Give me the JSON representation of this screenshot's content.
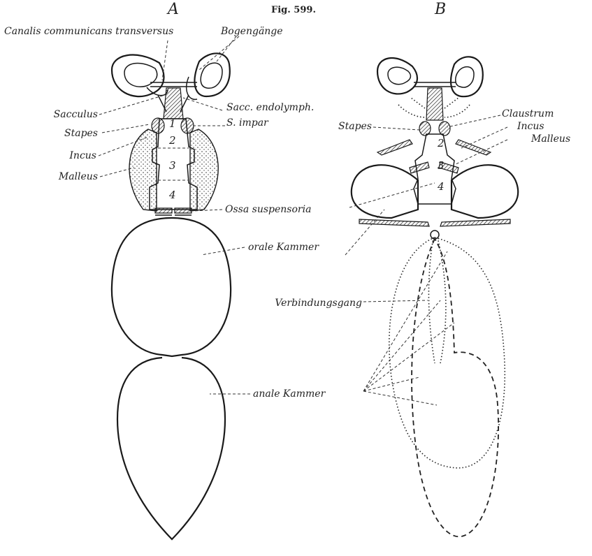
{
  "figure": {
    "number": "Fig. 599.",
    "panel_a": "A",
    "panel_b": "B"
  },
  "labels_a": {
    "canalis": "Canalis communicans transversus",
    "bogengaenge": "Bogengänge",
    "sacculus": "Sacculus",
    "sacc_endolymph": "Sacc. endolymph.",
    "s_impar": "S. impar",
    "stapes": "Stapes",
    "incus": "Incus",
    "malleus": "Malleus",
    "ossa": "Ossa suspensoria",
    "orale": "orale Kammer",
    "anale": "anale Kammer"
  },
  "labels_b": {
    "claustrum": "Claustrum",
    "incus": "Incus",
    "malleus": "Malleus",
    "stapes": "Stapes",
    "verbindungsgang": "Verbindungsgang"
  },
  "vertebra_numbers": [
    "1",
    "2",
    "3",
    "4"
  ]
}
